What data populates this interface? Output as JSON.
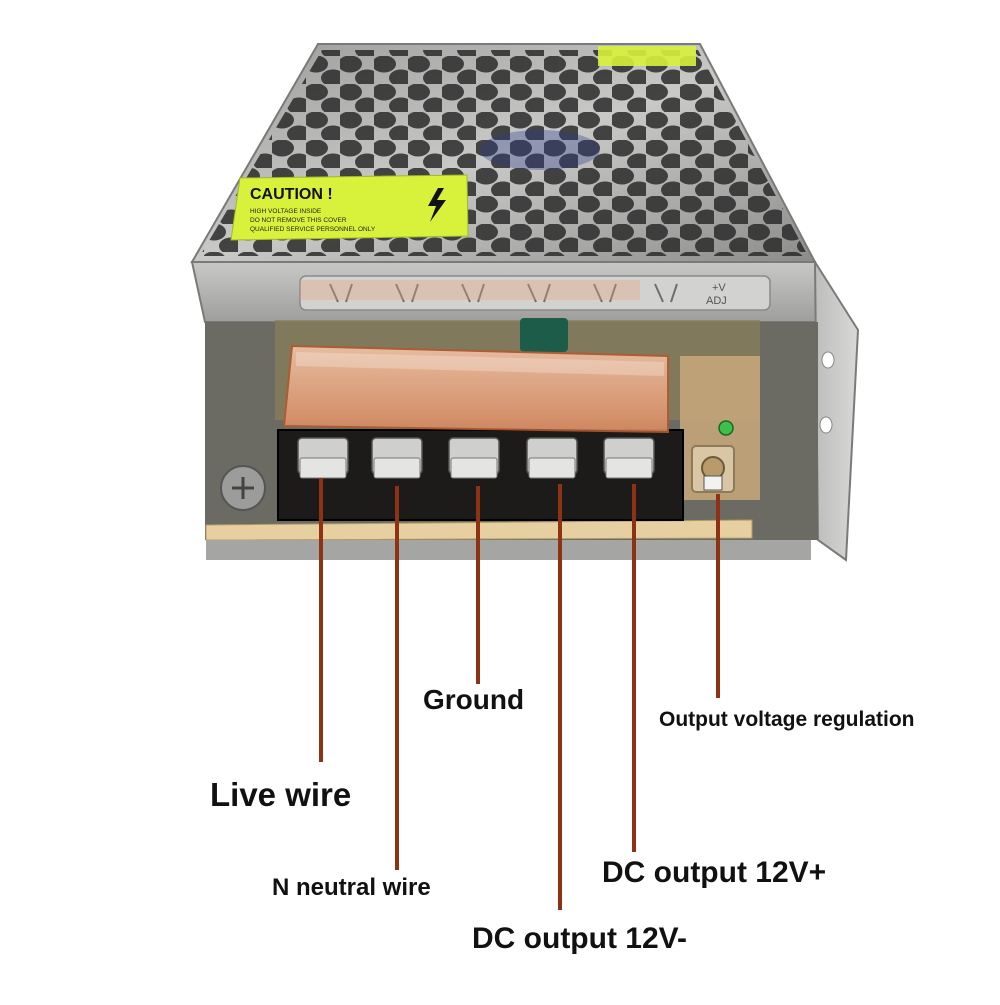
{
  "caution_label": {
    "title": "CAUTION !",
    "lines": [
      "HIGH VOLTAGE INSIDE",
      "DO NOT REMOVE THIS COVER",
      "QUALIFIED SERVICE PERSONNEL ONLY"
    ]
  },
  "adj_marking": {
    "line1": "+V",
    "line2": "ADJ"
  },
  "callouts": {
    "live": "Live wire",
    "neutral": "N neutral wire",
    "ground": "Ground",
    "dc_minus": "DC output 12V-",
    "dc_plus": "DC output 12V+",
    "adjust": "Output voltage regulation"
  },
  "colors": {
    "leader_line": "#8e3214",
    "caution_bg": "#d8f23c",
    "terminal_cover": "#e8a27e",
    "terminal_block": "#1c1b1a",
    "chassis": "#b7b7b5"
  }
}
